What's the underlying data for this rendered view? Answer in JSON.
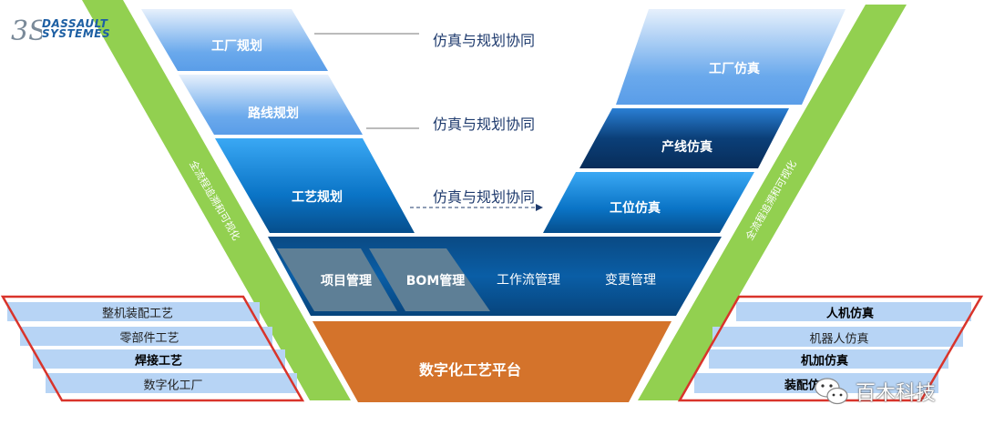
{
  "logo": {
    "line1": "DASSAULT",
    "line2": "SYSTEMES"
  },
  "left_band": "全流程追溯和可视化",
  "right_band": "全流程追溯和可视化",
  "planning": [
    "工厂规划",
    "路线规划",
    "工艺规划"
  ],
  "simulation": [
    "工厂仿真",
    "产线仿真",
    "工位仿真"
  ],
  "collab": [
    "仿真与规划协同",
    "仿真与规划协同",
    "仿真与规划协同"
  ],
  "management": [
    "项目管理",
    "BOM管理",
    "工作流管理",
    "变更管理"
  ],
  "platform": "数字化工艺平台",
  "left_list": [
    "整机装配工艺",
    "零部件工艺",
    "焊接工艺",
    "数字化工厂"
  ],
  "right_list": [
    "人机仿真",
    "机器人仿真",
    "机加仿真",
    "装配仿真"
  ],
  "watermark": "百木科技",
  "colors": {
    "green": "#92d050",
    "orange": "#d4732b",
    "dark_blue": "#0a4f8c",
    "red": "#d9342b",
    "list_fill": "#b7d4f5"
  }
}
